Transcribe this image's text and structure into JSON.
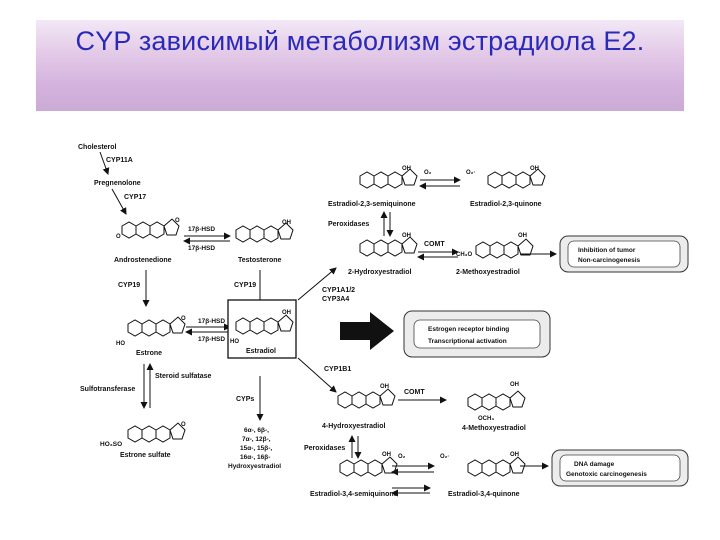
{
  "title": "CYP зависимый метаболизм эстрадиола E2.",
  "diagram": {
    "labels": {
      "cholesterol": "Cholesterol",
      "cyp11a": "CYP11A",
      "pregnenolone": "Pregnenolone",
      "cyp17": "CYP17",
      "hsd_top_1": "17β-HSD",
      "hsd_top_2": "17β-HSD",
      "androstenedione": "Androstenedione",
      "testosterone": "Testosterone",
      "cyp19_left": "CYP19",
      "cyp19_right": "CYP19",
      "hsd_mid_1": "17β-HSD",
      "hsd_mid_2": "17β-HSD",
      "estrone": "Estrone",
      "estradiol": "Estradiol",
      "sulfotransferase": "Sulfotransferase",
      "steroid_sulfatase": "Steroid sulfatase",
      "estrone_sulfate": "Estrone sulfate",
      "ho3so": "HO₃SO",
      "cyps": "CYPs",
      "hydroxy_list": [
        "6α-, 6β-,",
        "7α-, 12β-,",
        "15α-, 15β-,",
        "16α-, 16β-",
        "Hydroxyestradiol"
      ],
      "semiquinone_23": "Estradiol-2,3-semiquinone",
      "quinone_23": "Estradiol-2,3-quinone",
      "o2_top": "O₂",
      "o2_radical_top": "O₂·",
      "peroxidases_top": "Peroxidases",
      "comt_top": "COMT",
      "ch3o": "CH₃O",
      "hydroxy_2": "2-Hydroxyestradiol",
      "methoxy_2": "2-Methoxyestradiol",
      "cyp1a1": "CYP1A1/2",
      "cyp3a4": "CYP3A4",
      "cyp1b1": "CYP1B1",
      "hydroxy_4": "4-Hydroxyestradiol",
      "comt_bottom": "COMT",
      "och3": "OCH₃",
      "methoxy_4": "4-Methoxyestradiol",
      "peroxidases_bottom": "Peroxidases",
      "o2_bottom": "O₂",
      "o2_radical_bottom": "O₂·",
      "semiquinone_34": "Estradiol-3,4-semiquinone",
      "quinone_34": "Estradiol-3,4-quinone",
      "ho": "HO",
      "oh": "OH",
      "o": "O"
    },
    "outcomes": {
      "tumor_1": "Inhibition of tumor",
      "tumor_2": "Non-carcinogenesis",
      "er_1": "Estrogen receptor binding",
      "er_2": "Transcriptional activation",
      "dna_1": "DNA damage",
      "dna_2": "Genotoxic carcinogenesis"
    }
  }
}
